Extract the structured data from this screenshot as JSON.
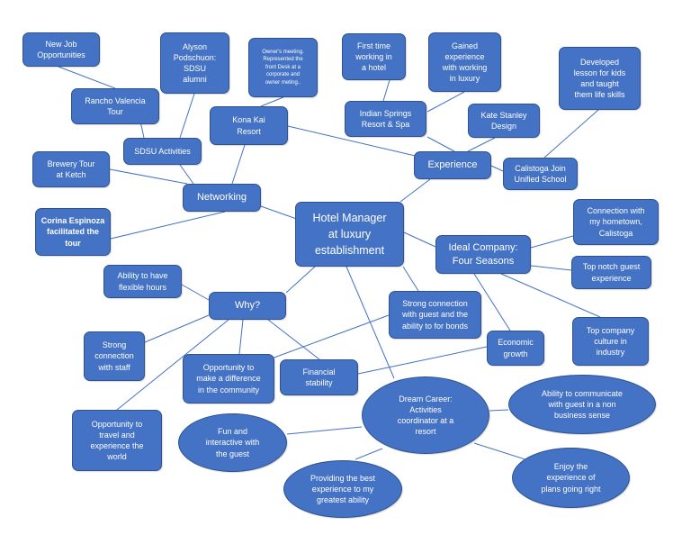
{
  "colors": {
    "node_fill": "#4472c4",
    "node_border": "#2f528f",
    "edge": "#4472c4",
    "text": "#ffffff"
  },
  "nodes": {
    "center": "Hotel Manager\nat luxury\nestablishment",
    "networking": "Networking",
    "experience": "Experience",
    "ideal_company": "Ideal Company:\nFour Seasons",
    "why": "Why?",
    "dream_career": "Dream Career:\nActivities\ncoordinator at a\nresort",
    "new_job": "New Job\nOpportunities",
    "rancho": "Rancho Valencia\nTour",
    "alyson": "Alyson\nPodschuon:\nSDSU\nalumni",
    "owners_meeting": "Owner's meeting.\nRepresented the\nfront Desk at a\ncorporate and\nowner meting..",
    "kona_kai": "Kona Kai\nResort",
    "sdsu_activities": "SDSU Activities",
    "brewery": "Brewery Tour\nat Ketch",
    "corina": "Corina Espinoza\nfacilitated the\ntour",
    "first_time": "First time\nworking in\na hotel",
    "gained": "Gained\nexperience\nwith working\nin luxury",
    "indian_springs": "Indian Springs\nResort & Spa",
    "kate_stanley": "Kate Stanley\nDesign",
    "developed": "Developed\nlesson for kids\nand taught\nthem life skills",
    "calistoga_join": "Calistoga Join\nUnified School",
    "connection_hometown": "Connection with\nmy hometown,\nCalistoga",
    "top_notch": "Top notch guest\nexperience",
    "top_company": "Top company\nculture in\nindustry",
    "economic": "Economic\ngrowth",
    "strong_guest": "Strong connection\nwith guest and the\nability to for bonds",
    "flexible": "Ability to have\nflexible hours",
    "strong_staff": "Strong\nconnection\nwith staff",
    "difference": "Opportunity to\nmake a difference\nin the community",
    "financial": "Financial\nstability",
    "travel": "Opportunity to\ntravel and\nexperience the\nworld",
    "fun": "Fun and\ninteractive with\nthe guest",
    "providing": "Providing the best\nexperience to my\ngreatest ability",
    "communicate": "Ability to communicate\nwith guest in a non\nbusiness sense",
    "enjoy": "Enjoy the\nexperience of\nplans going right"
  }
}
